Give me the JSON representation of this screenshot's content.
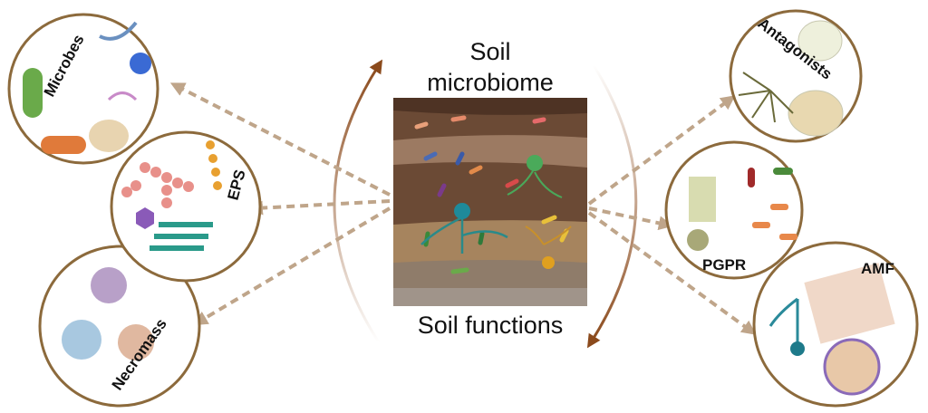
{
  "center": {
    "title_line1": "Soil",
    "title_line2": "microbiome",
    "bottom_label": "Soil functions"
  },
  "left_circles": [
    {
      "label": "Microbes"
    },
    {
      "label": "EPS"
    },
    {
      "label": "Necromass"
    }
  ],
  "right_circles": [
    {
      "label": "Antagonists"
    },
    {
      "label": "PGPR"
    },
    {
      "label": "AMF"
    }
  ],
  "colors": {
    "circle_border": "#8c6a3c",
    "arrow": "#8b4a1c",
    "dashed_arrow": "#bfa58a"
  }
}
